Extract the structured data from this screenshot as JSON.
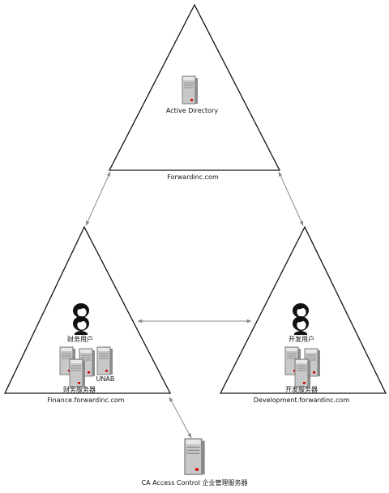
{
  "diagram": {
    "active_directory_label": "Active Directory",
    "forward_domain_label": "Forwardinc.com",
    "finance_users_label": "财务用户",
    "finance_servers_label": "财务服务器",
    "unab_label": "UNAB",
    "finance_domain_label": "Finance.forwardinc.com",
    "dev_users_label": "开发用户",
    "dev_servers_label": "开发服务器",
    "dev_domain_label": "Development.forwardinc.com",
    "enterprise_server_label": "CA Access Control 企业管理服务器"
  },
  "colors": {
    "line": "#111111",
    "arrow": "#8c8c8c",
    "server_body": "#c8c8c8",
    "server_dark": "#7a7a7a",
    "led": "#d40000",
    "user_hair": "#111111"
  }
}
